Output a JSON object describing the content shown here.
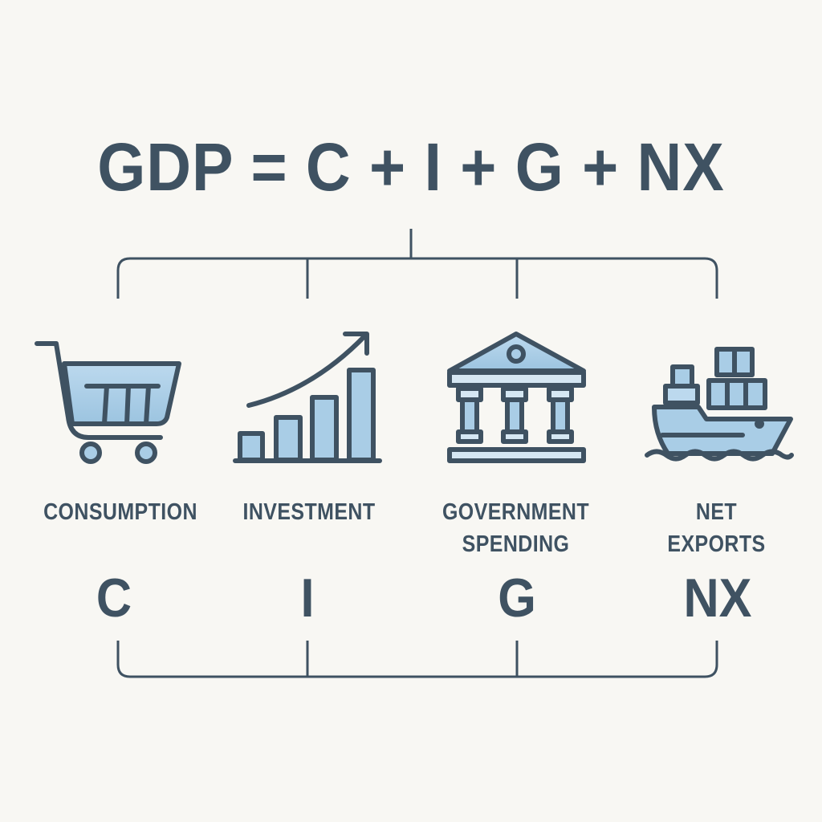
{
  "formula": "GDP = C + I + G + NX",
  "components": [
    {
      "label_lines": [
        "CONSUMPTION"
      ],
      "letter": "C",
      "icon": "shopping-cart-icon"
    },
    {
      "label_lines": [
        "INVESTMENT"
      ],
      "letter": "I",
      "icon": "growth-bar-chart-icon"
    },
    {
      "label_lines": [
        "GOVERNMENT",
        "SPENDING"
      ],
      "letter": "G",
      "icon": "government-building-icon"
    },
    {
      "label_lines": [
        "NET",
        "EXPORTS"
      ],
      "letter": "NX",
      "icon": "cargo-ship-icon"
    }
  ],
  "colors": {
    "background": "#f8f7f3",
    "stroke": "#3f5262",
    "fill": "#a9cde6"
  }
}
